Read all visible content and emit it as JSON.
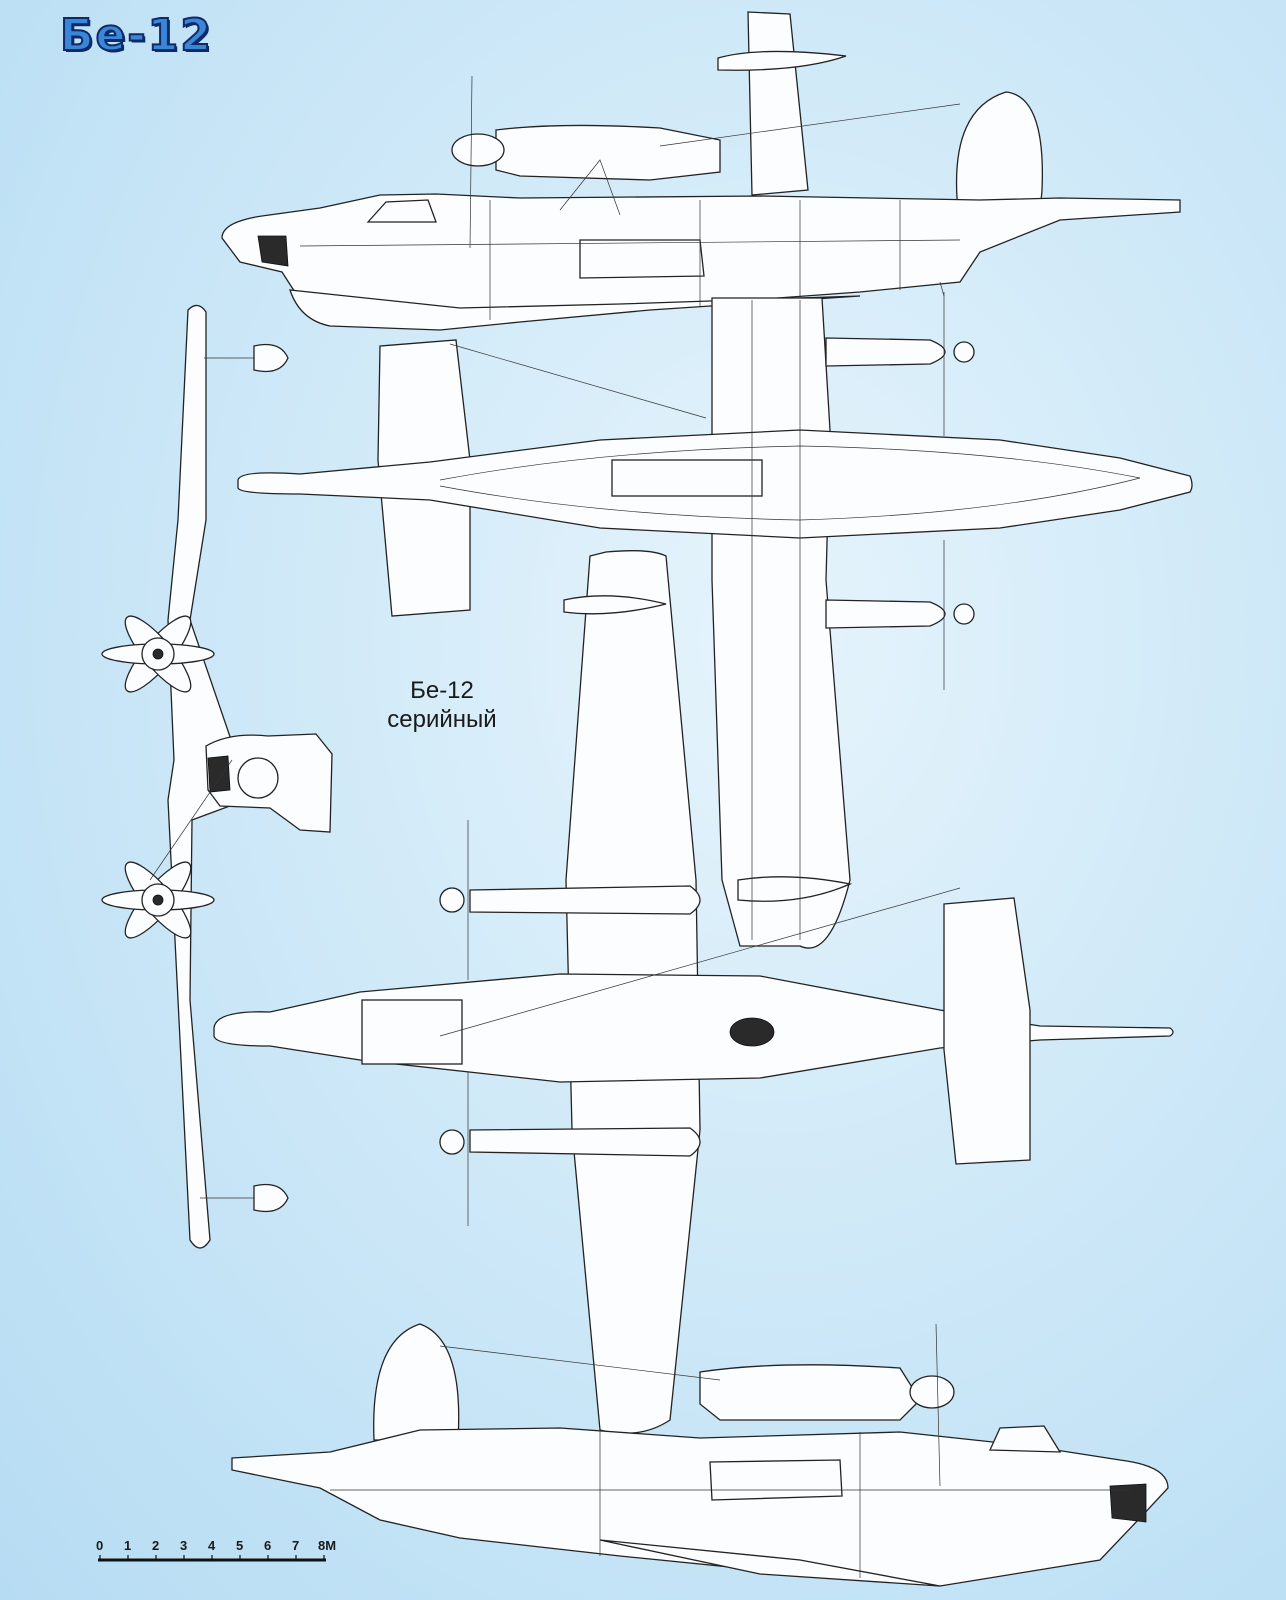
{
  "header": {
    "title": "Бе-12"
  },
  "caption": {
    "line1": "Бе-12",
    "line2": "серийный"
  },
  "scale_bar": {
    "labels": [
      "0",
      "1",
      "2",
      "3",
      "4",
      "5",
      "6",
      "7",
      "8M"
    ]
  },
  "colors": {
    "background": "#cfe9f8",
    "title_fill": "#3a86d9",
    "title_outline": "#0f2a66",
    "line": "#222222",
    "aircraft_fill": "#fbfdff"
  }
}
